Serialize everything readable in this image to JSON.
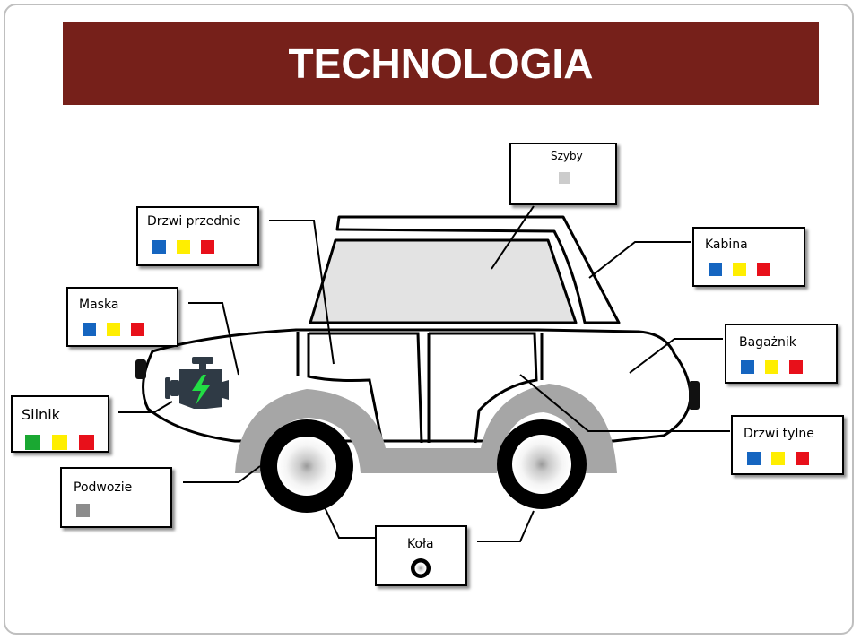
{
  "title": "TECHNOLOGIA",
  "colors": {
    "title_bg": "#76201a",
    "blue": "#1565c0",
    "yellow": "#ffee00",
    "red": "#e8101a",
    "green": "#1aa832",
    "gray": "#8c8c8c",
    "light_gray": "#cccccc",
    "body_gray": "#a6a6a6",
    "glass": "#e3e3e3",
    "engine_icon": "#2f3a45",
    "bolt": "#22dd44"
  },
  "labels": {
    "szyby": {
      "text": "Szyby",
      "swatches": [
        "light_gray"
      ]
    },
    "drzwi_przednie": {
      "text": "Drzwi przednie",
      "swatches": [
        "blue",
        "yellow",
        "red"
      ]
    },
    "kabina": {
      "text": "Kabina",
      "swatches": [
        "blue",
        "yellow",
        "red"
      ]
    },
    "maska": {
      "text": "Maska",
      "swatches": [
        "blue",
        "yellow",
        "red"
      ]
    },
    "bagaznik": {
      "text": "Bagażnik",
      "swatches": [
        "blue",
        "yellow",
        "red"
      ]
    },
    "silnik": {
      "text": "Silnik",
      "swatches": [
        "green",
        "yellow",
        "red"
      ]
    },
    "drzwi_tylne": {
      "text": "Drzwi tylne",
      "swatches": [
        "blue",
        "yellow",
        "red"
      ]
    },
    "podwozie": {
      "text": "Podwozie",
      "swatches": [
        "gray"
      ]
    },
    "kola": {
      "text": "Koła",
      "swatches": [
        "wheel"
      ]
    }
  },
  "icons": {
    "engine": "engine-icon",
    "wheel": "wheel-icon"
  }
}
